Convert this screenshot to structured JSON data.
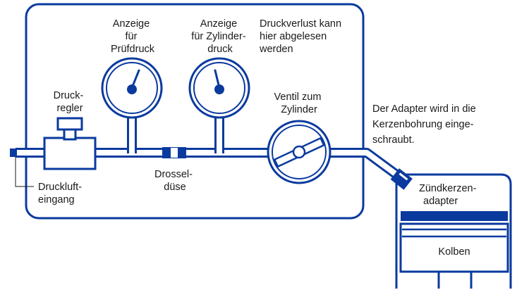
{
  "labels": {
    "gauge1": [
      "Anzeige",
      "für",
      "Prüfdruck"
    ],
    "gauge2": [
      "Anzeige",
      "für Zylinder-",
      "druck"
    ],
    "loss": [
      "Druckverlust kann",
      "hier abgelesen",
      "werden"
    ],
    "regulator": [
      "Druck-",
      "regler"
    ],
    "valve": [
      "Ventil zum",
      "Zylinder"
    ],
    "throttle": [
      "Drossel-",
      "düse"
    ],
    "inlet": [
      "Druckluft-",
      "eingang"
    ],
    "adapter_note": [
      "Der Adapter wird in die",
      "Kerzenbohrung einge-",
      "schraubt."
    ],
    "spark_adapter": [
      "Zündkerzen-",
      "adapter"
    ],
    "piston": "Kolben"
  },
  "colors": {
    "blue": "#0a3a9e",
    "pipe_fill": "#ffffff",
    "text": "#1a1a1a"
  }
}
